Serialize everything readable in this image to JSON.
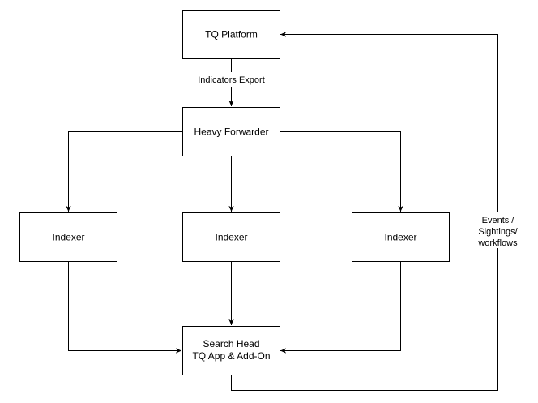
{
  "nodes": {
    "tq_platform": {
      "label": "TQ Platform"
    },
    "heavy_forwarder": {
      "label": "Heavy Forwarder"
    },
    "indexer_left": {
      "label": "Indexer"
    },
    "indexer_center": {
      "label": "Indexer"
    },
    "indexer_right": {
      "label": "Indexer"
    },
    "search_head": {
      "label_line1": "Search Head",
      "label_line2": "TQ App & Add-On"
    }
  },
  "edges": {
    "indicators_export": {
      "label": "Indicators Export"
    },
    "feedback": {
      "label_line1": "Events /",
      "label_line2": "Sightings/",
      "label_line3": "workflows"
    }
  }
}
